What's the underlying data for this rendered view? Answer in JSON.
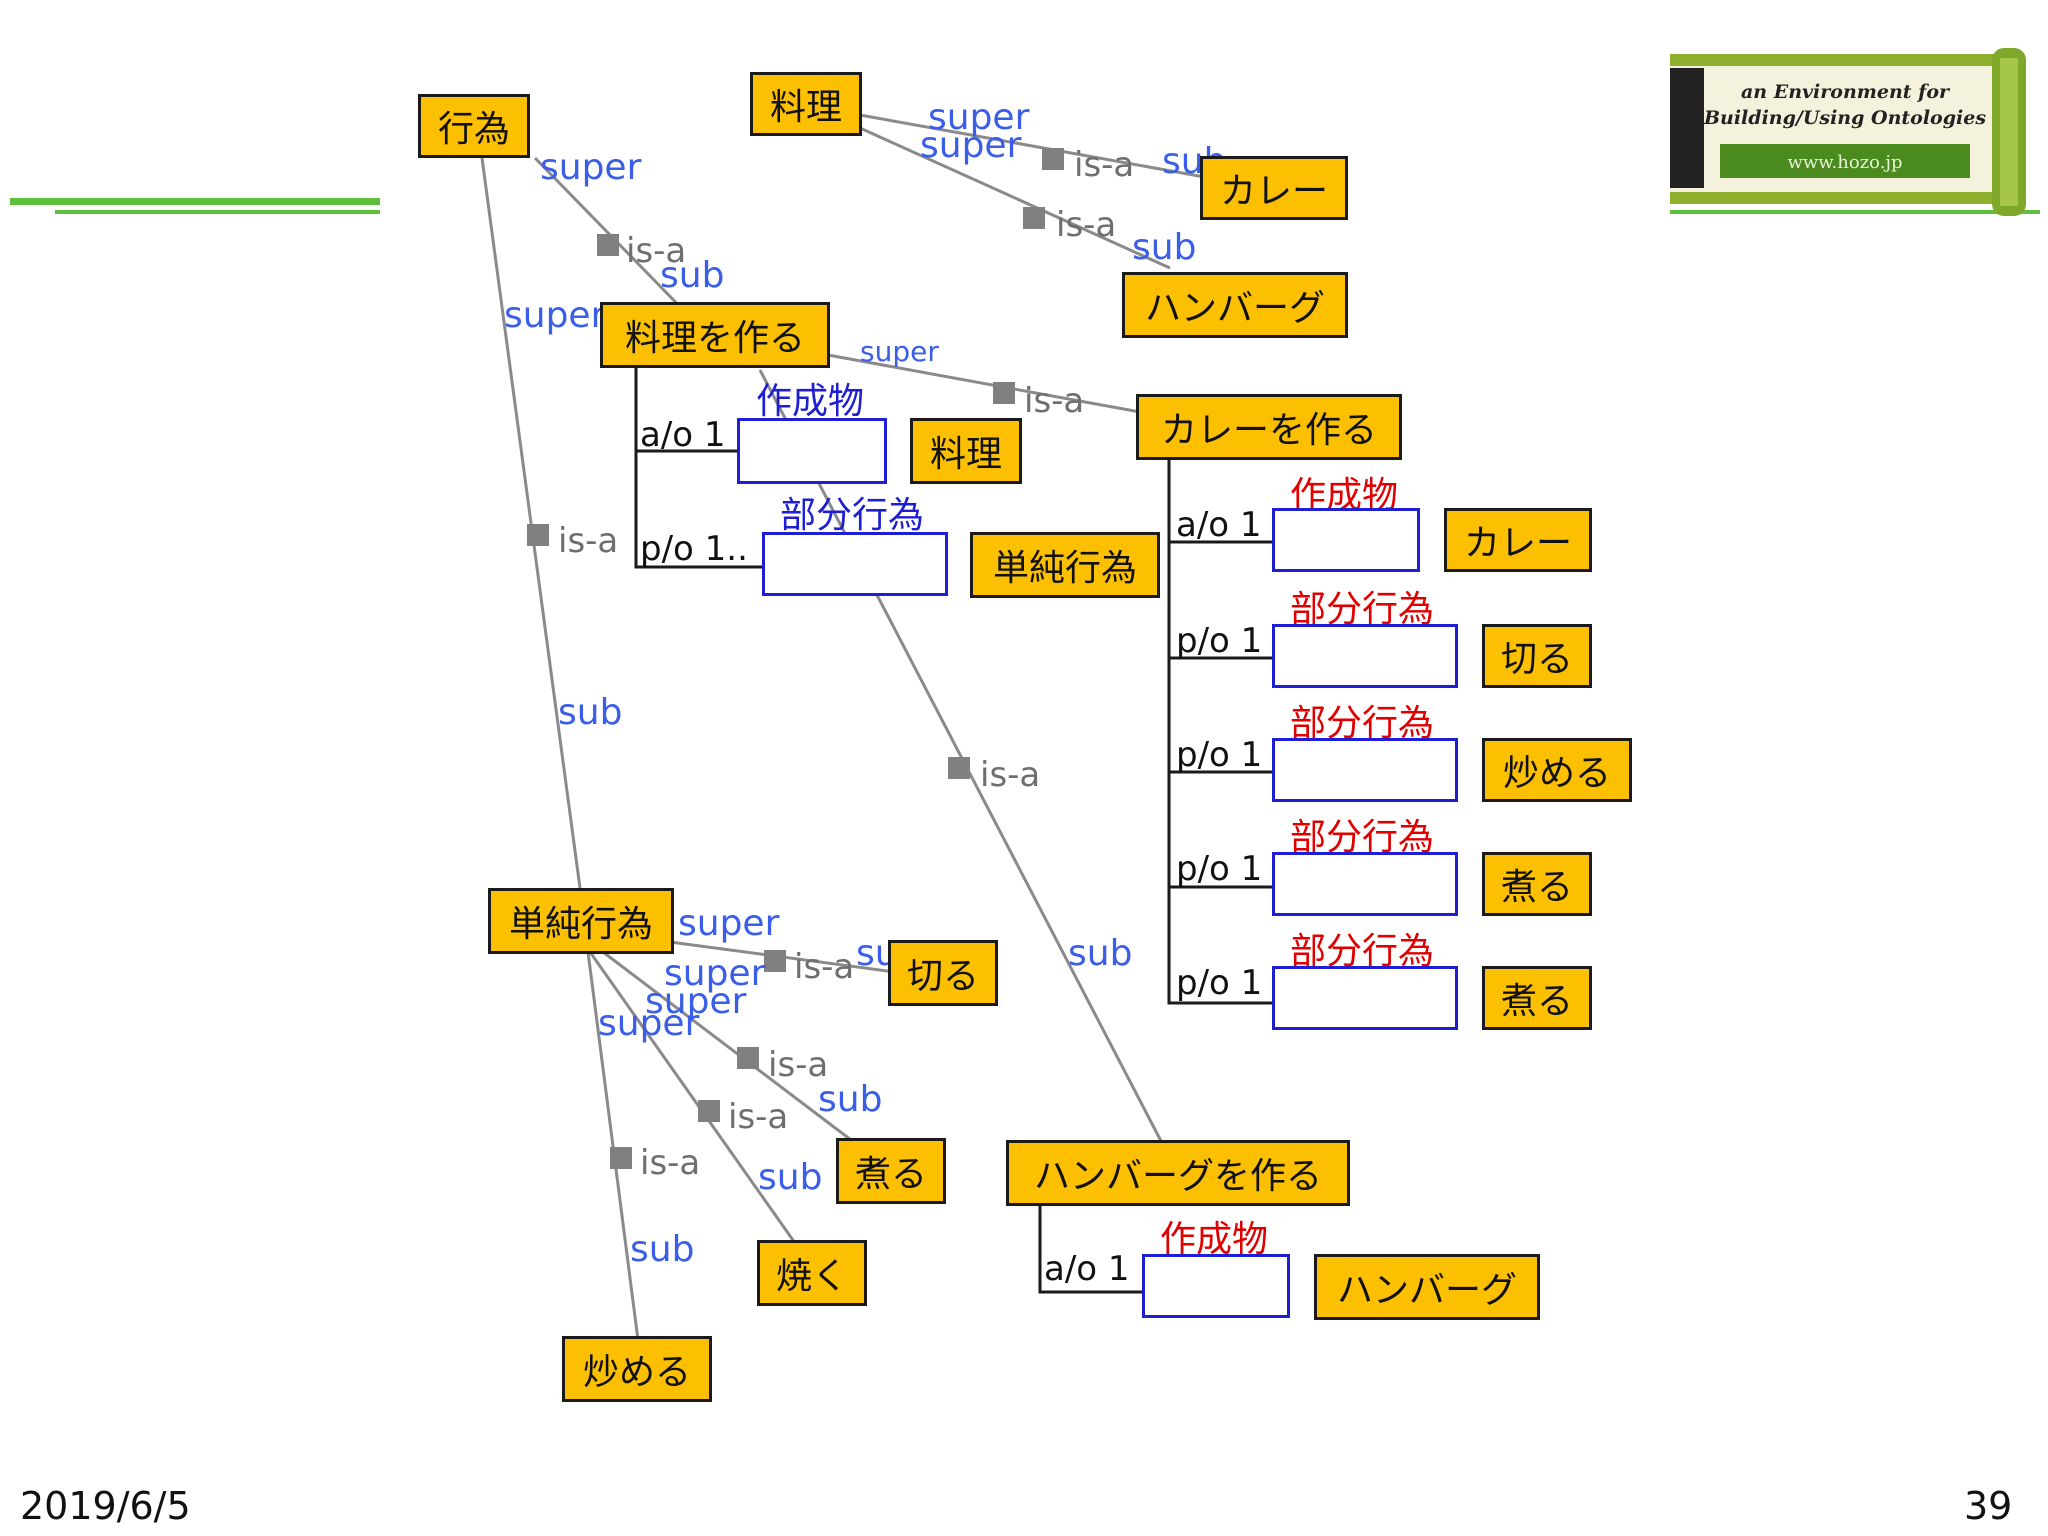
{
  "logo": {
    "tagline_line1": "an Environment for",
    "tagline_line2": "Building/Using Ontologies",
    "url": "www.hozo.jp"
  },
  "footer": {
    "date": "2019/6/5",
    "page_number": "39"
  },
  "colors": {
    "concept_fill": "#fcc000",
    "slot_border": "#1e1ed2",
    "relation_label": "#3a5ee8",
    "role_red": "#e00000",
    "accent_green": "#5ec03a"
  },
  "relation_labels": {
    "super": "super",
    "sub": "sub",
    "isa": "is-a",
    "su_partial": "su",
    "sub_partial": "sub"
  },
  "concepts": {
    "koui": "行為",
    "ryouri": "料理",
    "curry": "カレー",
    "hamburg": "ハンバーグ",
    "ryouri_wo_tsukuru": "料理を作る",
    "ryouri_value": "料理",
    "tanjun_koui_value": "単純行為",
    "curry_wo_tsukuru": "カレーを作る",
    "curry_value": "カレー",
    "kiru_value": "切る",
    "itameru_value": "炒める",
    "niru_value_1": "煮る",
    "niru_value_2": "煮る",
    "tanjun_koui": "単純行為",
    "kiru": "切る",
    "niru": "煮る",
    "yaku": "焼く",
    "itameru": "炒める",
    "hamburg_wo_tsukuru": "ハンバーグを作る",
    "hamburg_value": "ハンバーグ"
  },
  "slots": {
    "ryouri_wo_tsukuru_ao": {
      "role": "作成物",
      "card": "a/o 1"
    },
    "ryouri_wo_tsukuru_po": {
      "role": "部分行為",
      "card": "p/o 1.."
    },
    "curry_ao": {
      "role": "作成物",
      "card": "a/o 1"
    },
    "curry_po1": {
      "role": "部分行為",
      "card": "p/o 1"
    },
    "curry_po2": {
      "role": "部分行為",
      "card": "p/o 1"
    },
    "curry_po3": {
      "role": "部分行為",
      "card": "p/o 1"
    },
    "curry_po4": {
      "role": "部分行為",
      "card": "p/o 1"
    },
    "hamburg_ao": {
      "role": "作成物",
      "card": "a/o 1"
    }
  }
}
